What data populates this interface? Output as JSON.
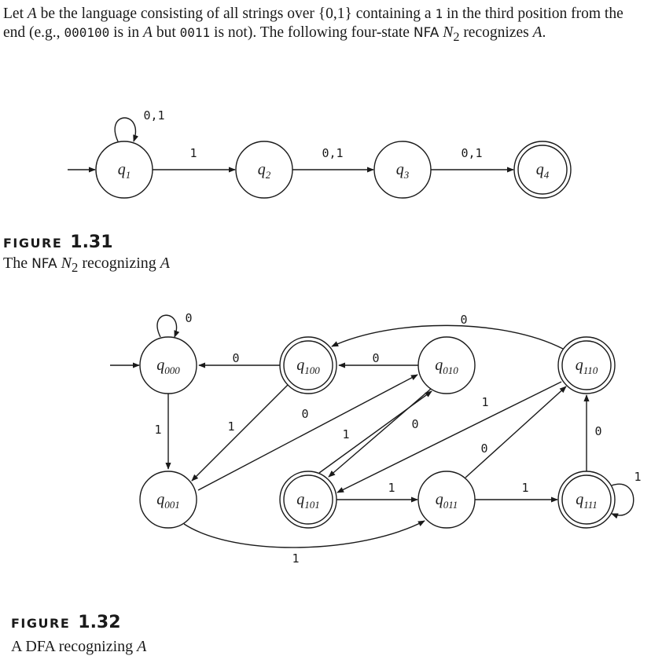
{
  "intro": {
    "p1": "Let ",
    "lang": "A",
    "p2": " be the language consisting of all strings over ",
    "alphabet": "{0,1}",
    "p3": " containing a ",
    "one": "1",
    "p4": " in the third position from the end (e.g., ",
    "ex1": "000100",
    "p5": " is in ",
    "lang2": "A",
    "p6": " but ",
    "ex2": "0011",
    "p7": " is not). The following four-state ",
    "nfa": "NFA",
    "p8": " ",
    "nfa_name": "N",
    "nfa_sub": "2",
    "p9": " recognizes ",
    "lang3": "A",
    "p10": "."
  },
  "figure1": {
    "word": "FIGURE",
    "number": "1.31",
    "caption_a": "The ",
    "caption_nfa": "NFA",
    "caption_b": " ",
    "caption_name": "N",
    "caption_sub": "2",
    "caption_c": " recognizing ",
    "caption_lang": "A"
  },
  "figure2": {
    "word": "FIGURE",
    "number": "1.32",
    "caption_a": "A DFA recognizing ",
    "caption_lang": "A"
  },
  "nfa": {
    "states": [
      {
        "id": "q1",
        "base": "q",
        "sub": "1",
        "start": true,
        "accept": false
      },
      {
        "id": "q2",
        "base": "q",
        "sub": "2",
        "start": false,
        "accept": false
      },
      {
        "id": "q3",
        "base": "q",
        "sub": "3",
        "start": false,
        "accept": false
      },
      {
        "id": "q4",
        "base": "q",
        "sub": "4",
        "start": false,
        "accept": true
      }
    ],
    "transitions": [
      {
        "from": "q1",
        "to": "q1",
        "label": "0,1"
      },
      {
        "from": "q1",
        "to": "q2",
        "label": "1"
      },
      {
        "from": "q2",
        "to": "q3",
        "label": "0,1"
      },
      {
        "from": "q3",
        "to": "q4",
        "label": "0,1"
      }
    ]
  },
  "dfa": {
    "states": [
      {
        "id": "q000",
        "base": "q",
        "sub": "000",
        "start": true,
        "accept": false
      },
      {
        "id": "q100",
        "base": "q",
        "sub": "100",
        "start": false,
        "accept": true
      },
      {
        "id": "q010",
        "base": "q",
        "sub": "010",
        "start": false,
        "accept": false
      },
      {
        "id": "q110",
        "base": "q",
        "sub": "110",
        "start": false,
        "accept": true
      },
      {
        "id": "q001",
        "base": "q",
        "sub": "001",
        "start": false,
        "accept": false
      },
      {
        "id": "q101",
        "base": "q",
        "sub": "101",
        "start": false,
        "accept": true
      },
      {
        "id": "q011",
        "base": "q",
        "sub": "011",
        "start": false,
        "accept": false
      },
      {
        "id": "q111",
        "base": "q",
        "sub": "111",
        "start": false,
        "accept": true
      }
    ],
    "transitions": [
      {
        "from": "q000",
        "to": "q000",
        "label": "0"
      },
      {
        "from": "q000",
        "to": "q001",
        "label": "1"
      },
      {
        "from": "q100",
        "to": "q000",
        "label": "0"
      },
      {
        "from": "q100",
        "to": "q001",
        "label": "1"
      },
      {
        "from": "q010",
        "to": "q100",
        "label": "0"
      },
      {
        "from": "q010",
        "to": "q101",
        "label": "1"
      },
      {
        "from": "q110",
        "to": "q100",
        "label": "0"
      },
      {
        "from": "q110",
        "to": "q101",
        "label": "1"
      },
      {
        "from": "q001",
        "to": "q010",
        "label": "0"
      },
      {
        "from": "q001",
        "to": "q011",
        "label": "1"
      },
      {
        "from": "q101",
        "to": "q010",
        "label": "0"
      },
      {
        "from": "q101",
        "to": "q011",
        "label": "1"
      },
      {
        "from": "q011",
        "to": "q110",
        "label": "0"
      },
      {
        "from": "q011",
        "to": "q111",
        "label": "1"
      },
      {
        "from": "q111",
        "to": "q110",
        "label": "0"
      },
      {
        "from": "q111",
        "to": "q111",
        "label": "1"
      }
    ]
  }
}
